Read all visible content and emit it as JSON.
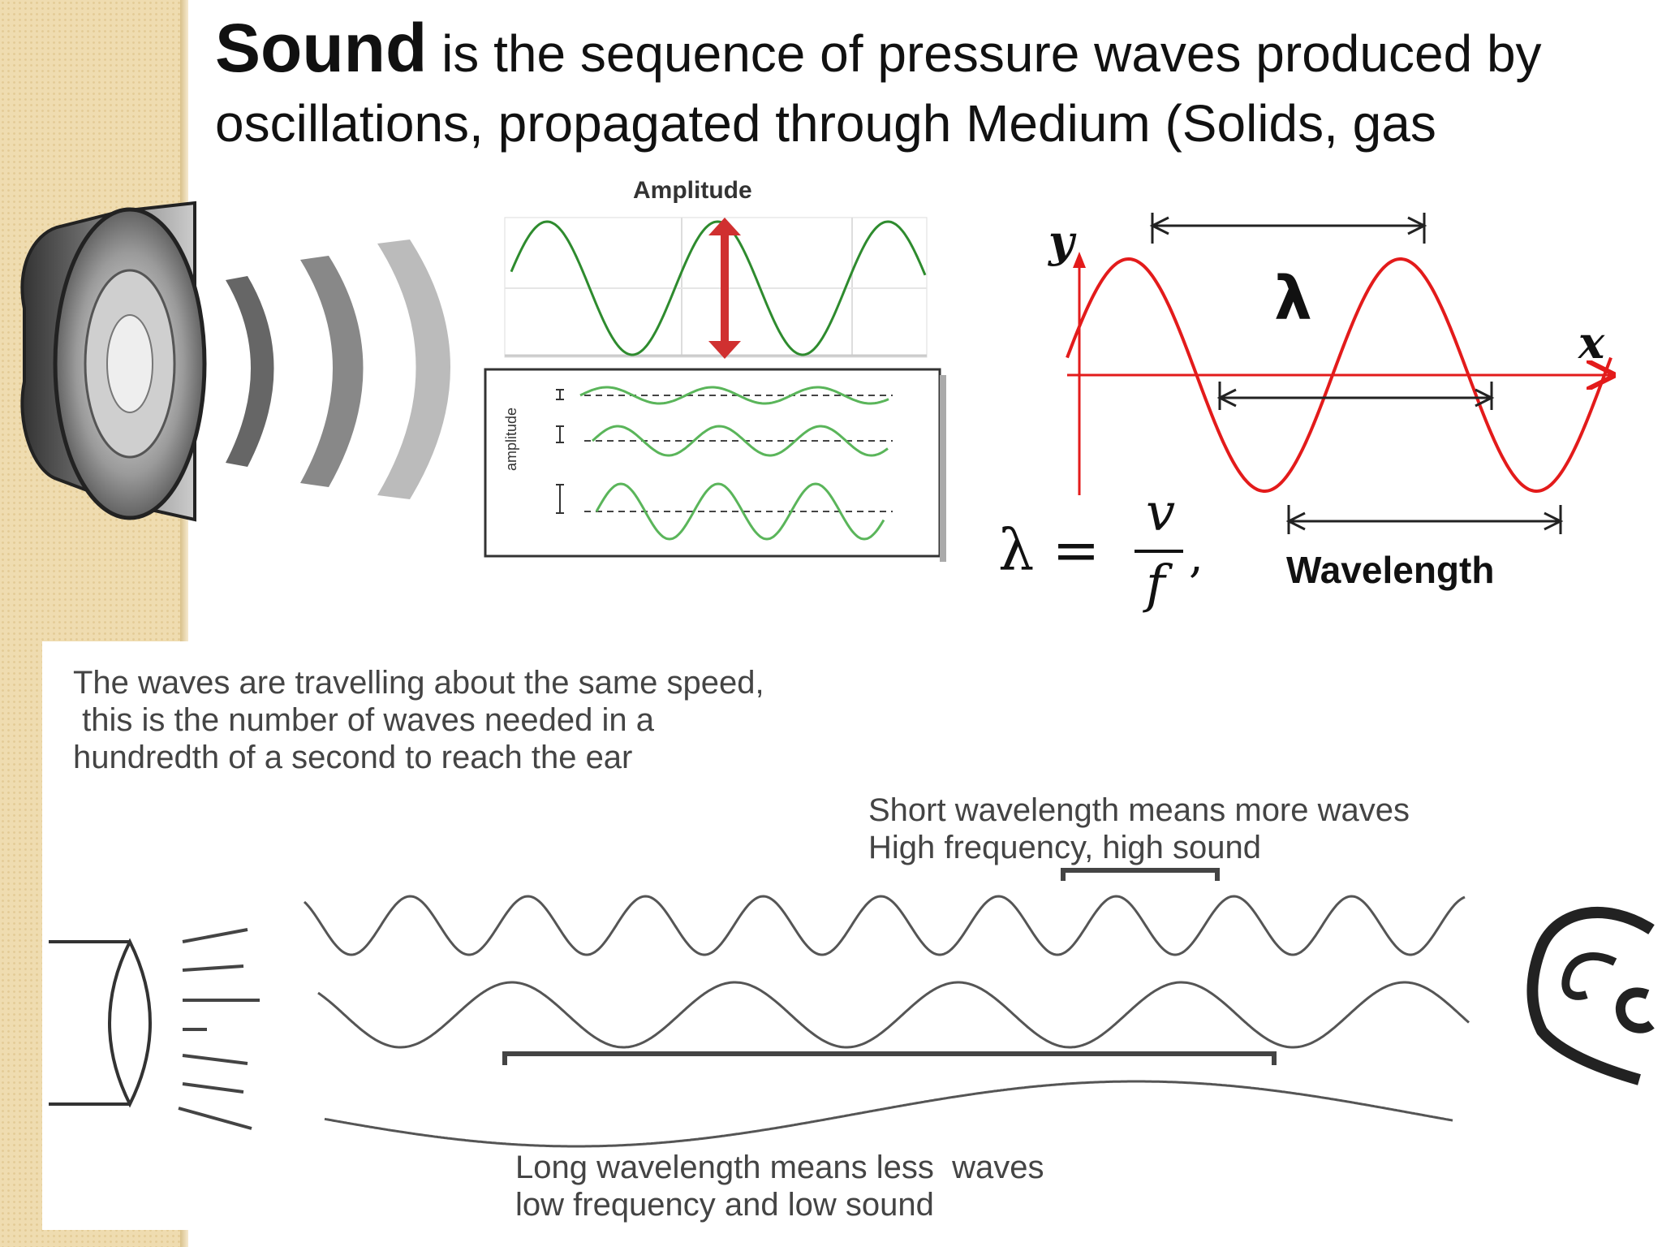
{
  "title": {
    "bold": "Sound",
    "text": " is the sequence of pressure waves produced by oscillations,  propagated through Medium (Solids, gas"
  },
  "amplitude_panel": {
    "label": "Amplitude",
    "axis_label": "amplitude"
  },
  "wavelength_panel": {
    "y_label": "y",
    "x_label": "x",
    "lambda": "λ",
    "caption": "Wavelength"
  },
  "formula": {
    "lhs": "λ =",
    "numerator": "v",
    "denominator": "f",
    "suffix": ","
  },
  "bottom_diagram": {
    "intro_lines": [
      "The waves are travelling about the same speed,",
      " this is the number of waves needed in a",
      "hundredth of a second to reach the ear"
    ],
    "short_lines": [
      "Short wavelength means more waves",
      "High frequency, high sound"
    ],
    "long_lines": [
      "Long wavelength means less  waves",
      "low frequency and low sound"
    ]
  },
  "icons": [
    "speaker-icon",
    "sound-waves-icon",
    "ear-icon"
  ],
  "colors": {
    "sine_red": "#e31b1b",
    "sine_green": "#2e8b2e",
    "arrow_red": "#d03030",
    "sidebar": "#efdcb0"
  }
}
